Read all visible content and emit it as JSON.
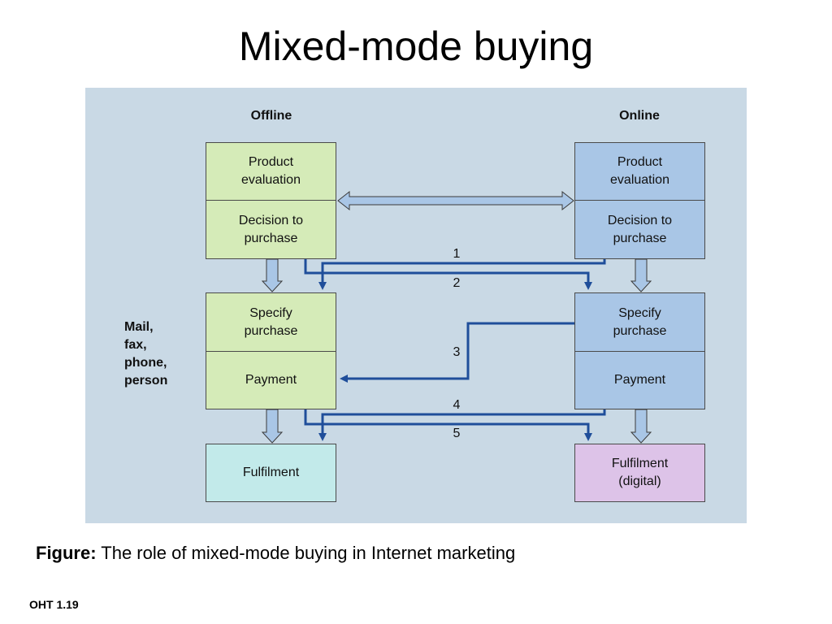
{
  "title": "Mixed-mode buying",
  "diagram": {
    "offline_heading": "Offline",
    "online_heading": "Online",
    "side_label": "Mail,\nfax,\nphone,\nperson",
    "offline": {
      "product_evaluation": "Product\nevaluation",
      "decision_to_purchase": "Decision to\npurchase",
      "specify_purchase": "Specify\npurchase",
      "payment": "Payment",
      "fulfilment": "Fulfilment"
    },
    "online": {
      "product_evaluation": "Product\nevaluation",
      "decision_to_purchase": "Decision to\npurchase",
      "specify_purchase": "Specify\npurchase",
      "payment": "Payment",
      "fulfilment": "Fulfilment\n(digital)"
    },
    "flow_numbers": [
      "1",
      "2",
      "3",
      "4",
      "5"
    ],
    "colors": {
      "background": "#c9d9e5",
      "offline_box": "#d5ebb8",
      "online_box": "#a9c6e6",
      "offline_fulfilment": "#c2eaea",
      "online_fulfilment": "#ddc3e8",
      "flow_arrow": "#1f4e9a"
    }
  },
  "caption": {
    "label": "Figure:",
    "text": "The role of mixed-mode buying in Internet marketing"
  },
  "footer": "OHT 1.19"
}
